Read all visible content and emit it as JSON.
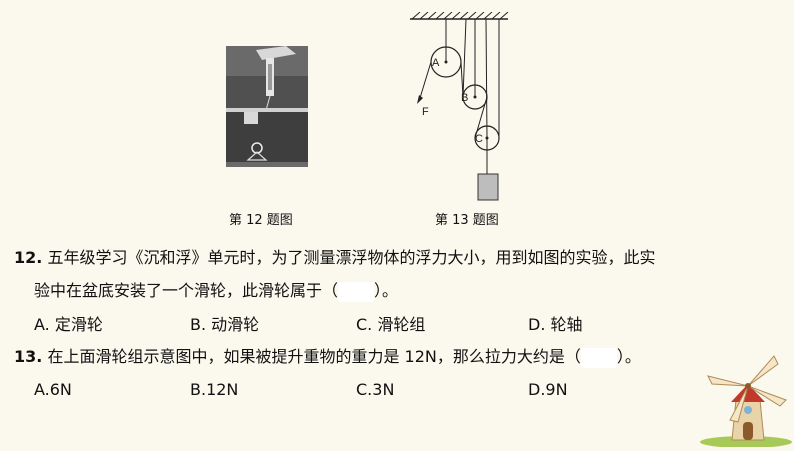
{
  "figures": {
    "fig12_caption": "第 12 题图",
    "fig13_caption": "第 13 题图",
    "fig13_labels": {
      "a": "A",
      "b": "B",
      "c": "C",
      "f": "F"
    }
  },
  "questions": [
    {
      "number": "12.",
      "line1": "五年级学习《沉和浮》单元时，为了测量漂浮物体的浮力大小，用到如图的实验，此实",
      "line2_before": "验中在盆底安装了一个滑轮，此滑轮属于（",
      "line2_after": "）。",
      "options": [
        "A. 定滑轮",
        "B. 动滑轮",
        "C. 滑轮组",
        "D. 轮轴"
      ]
    },
    {
      "number": "13.",
      "line1_before": "在上面滑轮组示意图中，如果被提升重物的重力是 12N，那么拉力大约是（",
      "line1_after": "）。",
      "options": [
        "A.6N",
        "B.12N",
        "C.3N",
        "D.9N"
      ]
    }
  ],
  "colors": {
    "background": "#fbf8ee",
    "text": "#111111",
    "blank": "#ffffff"
  }
}
